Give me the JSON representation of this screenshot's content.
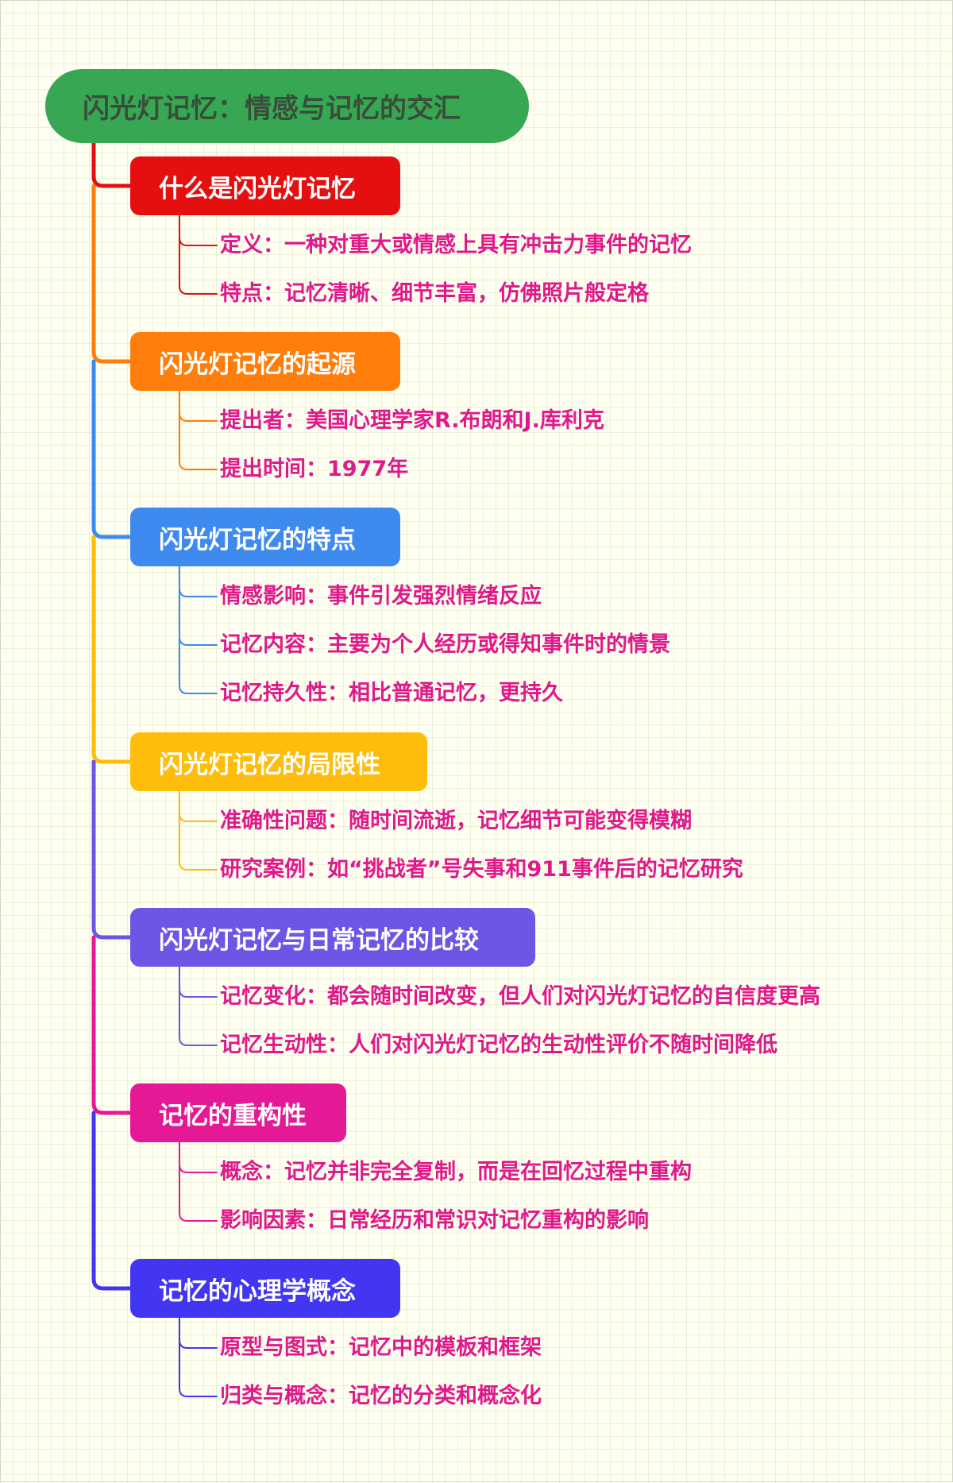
{
  "colors": {
    "root_bg": "#37a753",
    "root_text": "#3a4d3a",
    "leaf_text": "#e0198b"
  },
  "root": {
    "title": "闪光灯记忆：情感与记忆的交汇"
  },
  "branches": [
    {
      "label": "什么是闪光灯记忆",
      "color": "#e60f10",
      "items": [
        "定义：一种对重大或情感上具有冲击力事件的记忆",
        "特点：记忆清晰、细节丰富，仿佛照片般定格"
      ]
    },
    {
      "label": "闪光灯记忆的起源",
      "color": "#ff7e0b",
      "items": [
        "提出者：美国心理学家R.布朗和J.库利克",
        "提出时间：1977年"
      ]
    },
    {
      "label": "闪光灯记忆的特点",
      "color": "#3f8aef",
      "items": [
        "情感影响：事件引发强烈情绪反应",
        "记忆内容：主要为个人经历或得知事件时的情景",
        "记忆持久性：相比普通记忆，更持久"
      ]
    },
    {
      "label": "闪光灯记忆的局限性",
      "color": "#ffbd0b",
      "items": [
        "准确性问题：随时间流逝，记忆细节可能变得模糊",
        "研究案例：如“挑战者”号失事和911事件后的记忆研究"
      ]
    },
    {
      "label": "闪光灯记忆与日常记忆的比较",
      "color": "#6d55e6",
      "items": [
        "记忆变化：都会随时间改变，但人们对闪光灯记忆的自信度更高",
        "记忆生动性：人们对闪光灯记忆的生动性评价不随时间降低"
      ]
    },
    {
      "label": "记忆的重构性",
      "color": "#e51996",
      "items": [
        "概念：记忆并非完全复制，而是在回忆过程中重构",
        "影响因素：日常经历和常识对记忆重构的影响"
      ]
    },
    {
      "label": "记忆的心理学概念",
      "color": "#4336f2",
      "items": [
        "原型与图式：记忆中的模板和框架",
        "归类与概念：记忆的分类和概念化"
      ]
    }
  ]
}
